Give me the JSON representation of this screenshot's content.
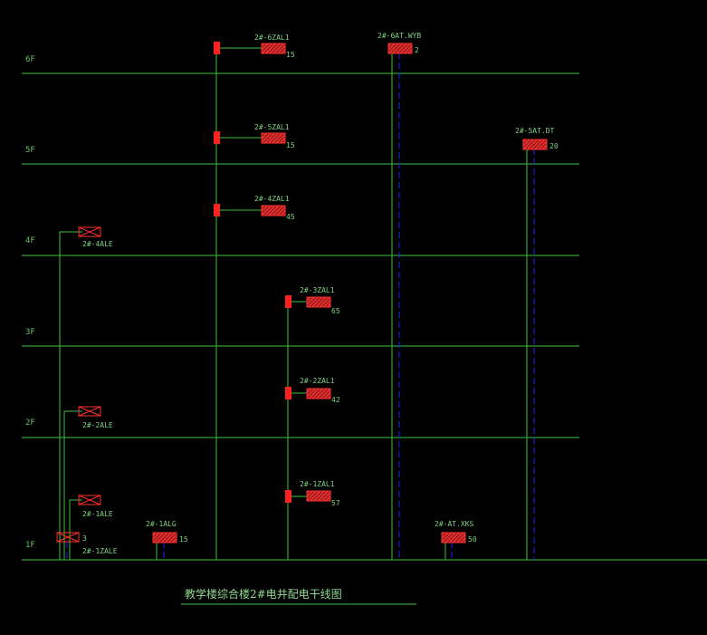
{
  "title": "教学楼综合楼2#电井配电干线图",
  "floors": [
    "1F",
    "2F",
    "3F",
    "4F",
    "5F",
    "6F"
  ],
  "panels": [
    {
      "id": "6zal1",
      "label": "2#-6ZAL1",
      "value": "15",
      "type": "hatched"
    },
    {
      "id": "5zal1",
      "label": "2#-5ZAL1",
      "value": "15",
      "type": "hatched"
    },
    {
      "id": "4zal1",
      "label": "2#-4ZAL1",
      "value": "45",
      "type": "hatched"
    },
    {
      "id": "3zal1",
      "label": "2#-3ZAL1",
      "value": "65",
      "type": "hatched"
    },
    {
      "id": "2zal1",
      "label": "2#-2ZAL1",
      "value": "42",
      "type": "hatched"
    },
    {
      "id": "1zal1",
      "label": "2#-1ZAL1",
      "value": "57",
      "type": "hatched"
    },
    {
      "id": "6atwyb",
      "label": "2#-6AT.WYB",
      "value": "2",
      "type": "hatched"
    },
    {
      "id": "5atdt",
      "label": "2#-5AT.DT",
      "value": "20",
      "type": "hatched"
    },
    {
      "id": "1alg",
      "label": "2#-1ALG",
      "value": "15",
      "type": "hatched"
    },
    {
      "id": "atxks",
      "label": "2#-AT.XKS",
      "value": "50",
      "type": "hatched"
    },
    {
      "id": "4ale",
      "label": "2#-4ALE",
      "value": "",
      "type": "crossed"
    },
    {
      "id": "2ale",
      "label": "2#-2ALE",
      "value": "",
      "type": "crossed"
    },
    {
      "id": "1ale",
      "label": "2#-1ALE",
      "value": "",
      "type": "crossed"
    },
    {
      "id": "1zale",
      "label": "2#-1ZALE",
      "value": "3",
      "type": "crossed"
    }
  ],
  "colors": {
    "background": "#000000",
    "floor_line": "#3fbf3f",
    "riser": "#3fbf3f",
    "dashed_riser": "#2020ff",
    "panel_fill": "#ff3030",
    "breaker": "#ff2020",
    "text": "#7fd07f"
  }
}
